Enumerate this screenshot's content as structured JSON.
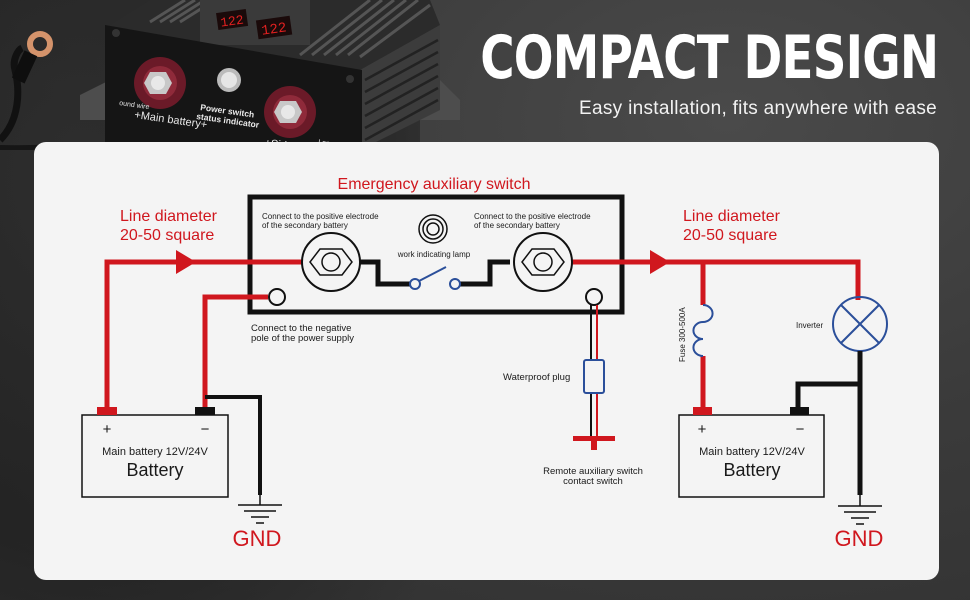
{
  "header": {
    "title": "COMPACT DESIGN",
    "subtitle": "Easy installation, fits anywhere with ease"
  },
  "product_photo": {
    "labels": {
      "ground_wire": "ound wire",
      "main_battery": "+Main battery+",
      "power_switch_line1": "Power switch",
      "power_switch_line2": "status indicator",
      "side": "+Sid",
      "long": "Long"
    },
    "display_readings": [
      "122",
      "122"
    ]
  },
  "diagram": {
    "switch_title": "Emergency auxiliary switch",
    "left_wire_label": [
      "Line diameter",
      "20-50 square"
    ],
    "right_wire_label": [
      "Line diameter",
      "20-50 square"
    ],
    "left_terminal_label": [
      "Connect to the positive electrode",
      "of the secondary battery"
    ],
    "right_terminal_label": [
      "Connect to the positive electrode",
      "of the secondary battery"
    ],
    "lamp_label": "work indicating lamp",
    "negative_label": [
      "Connect to the negative",
      "pole of the power supply"
    ],
    "waterproof_plug_label": "Waterproof plug",
    "remote_switch_label": [
      "Remote auxiliary switch",
      "contact switch"
    ],
    "fuse_label": "Fuse 300-500A",
    "inverter_label": "Inverter",
    "left_battery": {
      "plus": "+",
      "minus": "−",
      "spec": "Main battery 12V/24V",
      "name": "Battery"
    },
    "right_battery": {
      "plus": "+",
      "minus": "−",
      "spec": "Main battery 12V/24V",
      "name": "Battery"
    },
    "gnd_left": "GND",
    "gnd_right": "GND"
  },
  "colors": {
    "wire_red": "#d0171e",
    "wire_black": "#111111",
    "symbol_blue": "#2b4f9a",
    "panel_bg": "#f4f4f4",
    "page_bg": "#3a3a3a"
  }
}
